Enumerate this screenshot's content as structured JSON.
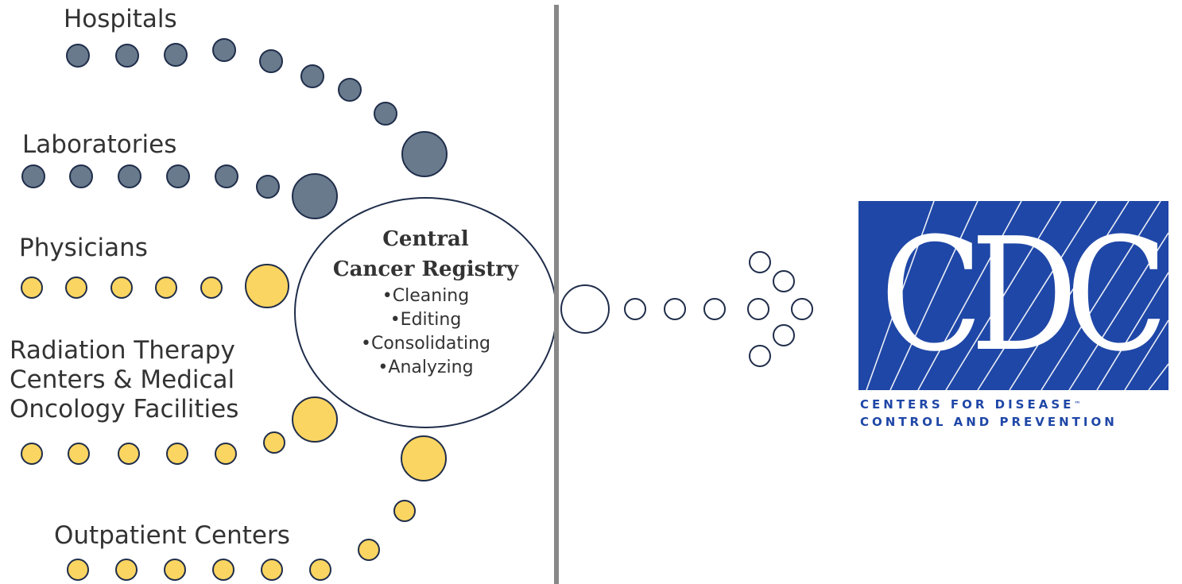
{
  "sources": [
    {
      "id": "hospitals",
      "lines": [
        "Hospitals"
      ]
    },
    {
      "id": "laboratories",
      "lines": [
        "Laboratories"
      ]
    },
    {
      "id": "physicians",
      "lines": [
        "Physicians"
      ]
    },
    {
      "id": "radiation",
      "lines": [
        "Radiation Therapy",
        "Centers & Medical",
        "Oncology Facilities"
      ]
    },
    {
      "id": "outpatient",
      "lines": [
        "Outpatient Centers"
      ]
    }
  ],
  "registry": {
    "title_lines": [
      "Central",
      "Cancer Registry"
    ],
    "steps": [
      "•Cleaning",
      "•Editing",
      "•Consolidating",
      "•Analyzing"
    ]
  },
  "recipient": {
    "logo_text": "CDC",
    "tagline_lines": [
      "CENTERS FOR DISEASE",
      "CONTROL AND PREVENTION"
    ],
    "trademark": "™"
  },
  "colors": {
    "slate_dot": "#687a8c",
    "gold_dot": "#fbd561",
    "dot_outline": "#1f2d4a",
    "divider": "#888888",
    "cdc_blue": "#1f47a7"
  }
}
